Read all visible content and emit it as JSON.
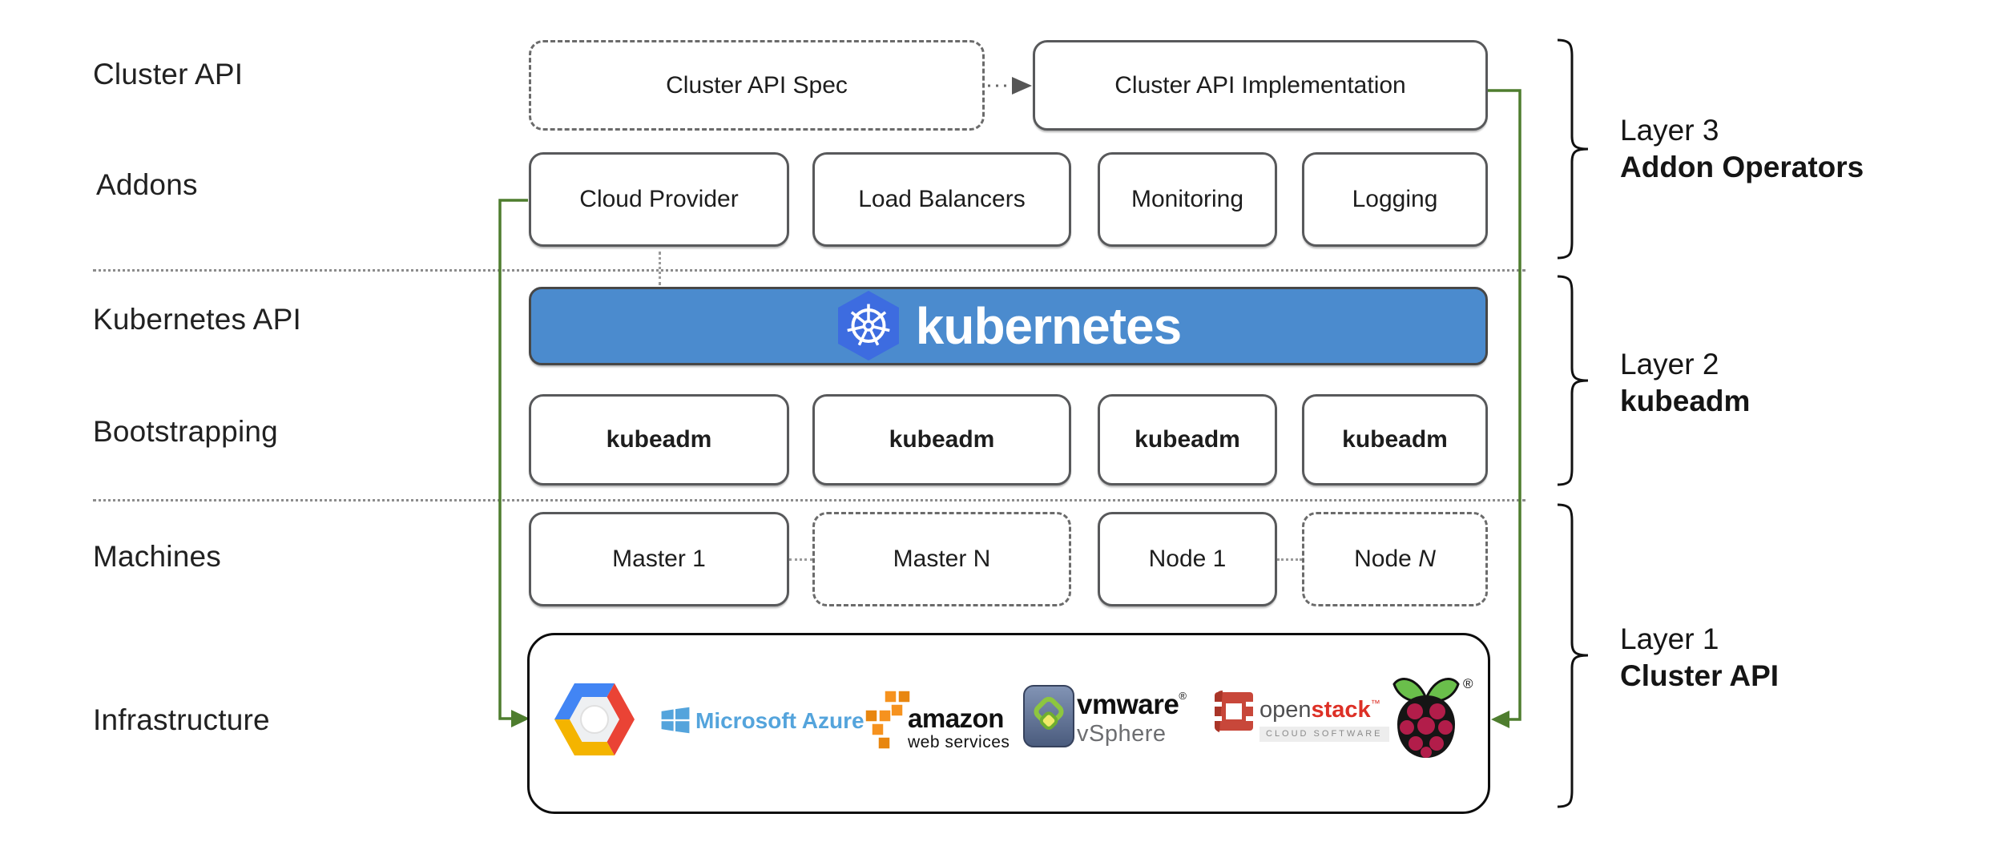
{
  "row_labels": [
    "Cluster API",
    "Addons",
    "Kubernetes API",
    "Bootstrapping",
    "Machines",
    "Infrastructure"
  ],
  "cluster_api_row": {
    "spec": "Cluster API Spec",
    "implementation": "Cluster API Implementation"
  },
  "addons": [
    "Cloud Provider",
    "Load Balancers",
    "Monitoring",
    "Logging"
  ],
  "kubernetes": {
    "wordmark": "kubernetes"
  },
  "bootstrapping": [
    "kubeadm",
    "kubeadm",
    "kubeadm",
    "kubeadm"
  ],
  "machines": {
    "master1": "Master 1",
    "masterN": "Master N",
    "node1": "Node 1",
    "nodeN_prefix": "Node ",
    "nodeN_suffix": "N"
  },
  "infrastructure_logos": {
    "azure_text": "Microsoft Azure",
    "aws_text": "amazon",
    "aws_sub": "web services",
    "vmware_text": "vmware",
    "vmware_reg": "®",
    "vmware_sub": "vSphere",
    "openstack_open": "open",
    "openstack_stack": "stack",
    "openstack_tm": "™",
    "openstack_sub": "CLOUD SOFTWARE",
    "raspberry_reg": "®"
  },
  "layers": [
    {
      "title": "Layer 3",
      "name": "Addon Operators"
    },
    {
      "title": "Layer 2",
      "name": "kubeadm"
    },
    {
      "title": "Layer 1",
      "name": "Cluster API"
    }
  ],
  "colors": {
    "kubernetes_banner_blue": "#4b8bce",
    "k8s_logo_blue": "#3d6ce0",
    "connector_green": "#4e7d2e",
    "box_border_gray": "#58595b",
    "azure_blue": "#54a4dc",
    "aws_orange": "#f6921e",
    "openstack_red": "#dd3026",
    "raspberry_maroon": "#b21d4a",
    "leaf_green": "#6abf4b"
  }
}
